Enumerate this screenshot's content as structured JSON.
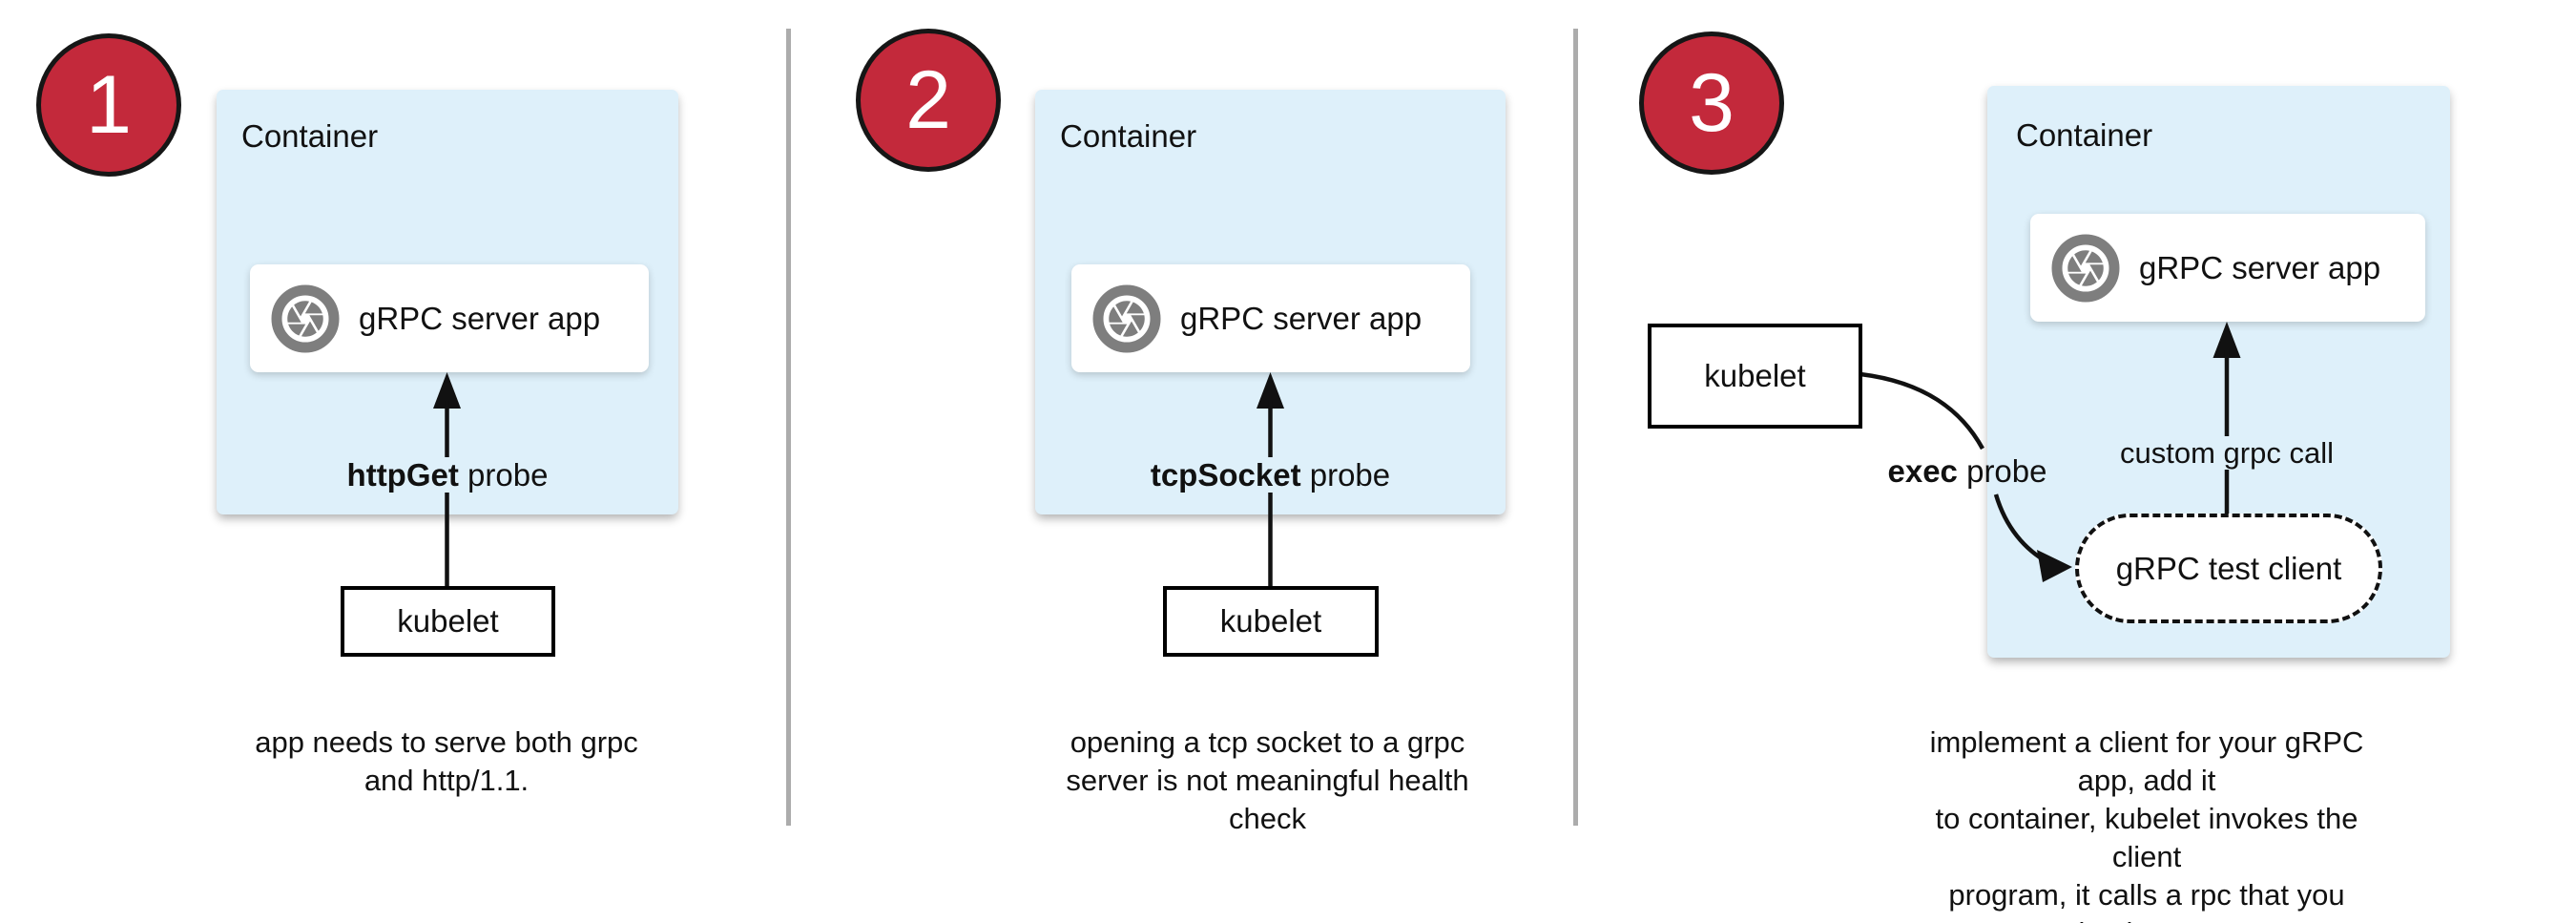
{
  "colors": {
    "badge_red": "#c3293b",
    "container_blue": "#def0fa",
    "icon_gray": "#7e7e7e",
    "divider_gray": "#acacac",
    "text": "#111111"
  },
  "panels": [
    {
      "badge": "1",
      "container_label": "Container",
      "server_box": {
        "icon": "aperture-icon",
        "label": "gRPC server app"
      },
      "probe": {
        "bold": "httpGet",
        "rest": " probe"
      },
      "kubelet_label": "kubelet",
      "caption_lines": [
        "app needs to serve both grpc",
        "and http/1.1."
      ]
    },
    {
      "badge": "2",
      "container_label": "Container",
      "server_box": {
        "icon": "aperture-icon",
        "label": "gRPC server app"
      },
      "probe": {
        "bold": "tcpSocket",
        "rest": " probe"
      },
      "kubelet_label": "kubelet",
      "caption_lines": [
        "opening a tcp socket to a grpc",
        "server is not meaningful health",
        "check"
      ]
    },
    {
      "badge": "3",
      "container_label": "Container",
      "server_box": {
        "icon": "aperture-icon",
        "label": "gRPC server app"
      },
      "probe": {
        "bold": "exec",
        "rest": " probe"
      },
      "kubelet_label": "kubelet",
      "call_label": "custom grpc call",
      "client_label": "gRPC test client",
      "caption_lines": [
        "implement a client for your gRPC app, add it",
        "to container, kubelet invokes the client",
        "program, it calls a rpc that you implement"
      ]
    }
  ]
}
